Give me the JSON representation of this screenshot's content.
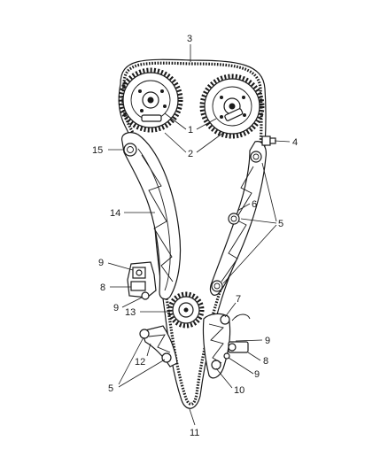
{
  "callouts": {
    "c1": "1",
    "c2": "2",
    "c3": "3",
    "c4": "4",
    "c5_upper": "5",
    "c5_lower": "5",
    "c6": "6",
    "c7": "7",
    "c8_left": "8",
    "c8_right": "8",
    "c9_left_top": "9",
    "c9_left_bottom": "9",
    "c9_right_top": "9",
    "c9_right_bottom": "9",
    "c10": "10",
    "c11": "11",
    "c12": "12",
    "c13": "13",
    "c14": "14",
    "c15": "15"
  }
}
